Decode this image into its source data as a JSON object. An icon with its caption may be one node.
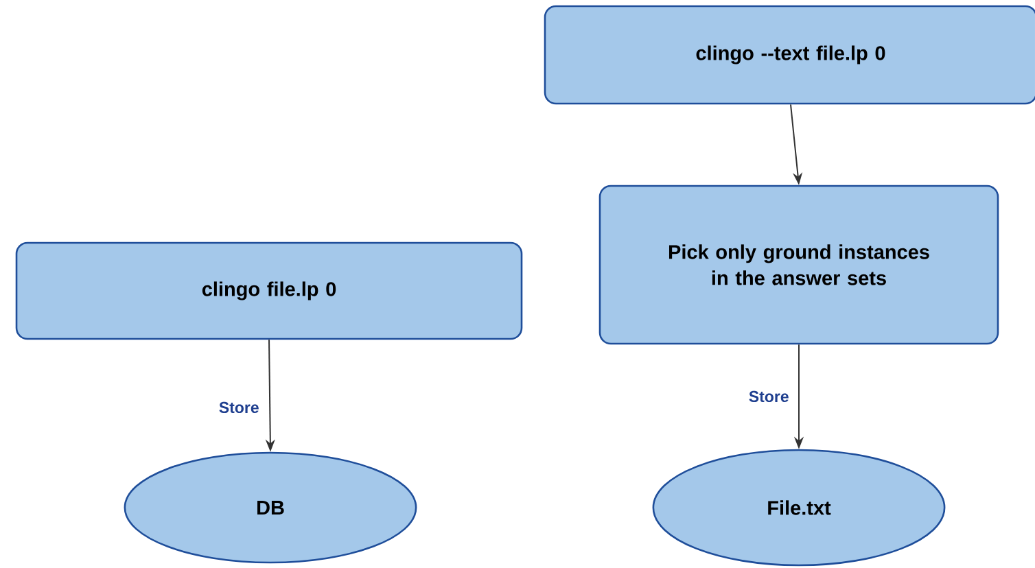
{
  "diagram": {
    "nodes": [
      {
        "text": [
          "clingo --text file.lp 0"
        ]
      },
      {
        "text": [
          "Pick only ground instances in the answer sets"
        ]
      },
      {
        "text": [
          "clingo file.lp 0"
        ]
      },
      {
        "text": [
          "DB"
        ]
      },
      {
        "text": [
          "File.txt"
        ]
      }
    ],
    "edges": [
      {
        "from": 0,
        "to": 1,
        "arrow": "to"
      },
      {
        "from": 1,
        "to": 4,
        "arrow": "to",
        "label": "Store"
      },
      {
        "from": 2,
        "to": 3,
        "arrow": "to",
        "label": "Store"
      }
    ]
  }
}
